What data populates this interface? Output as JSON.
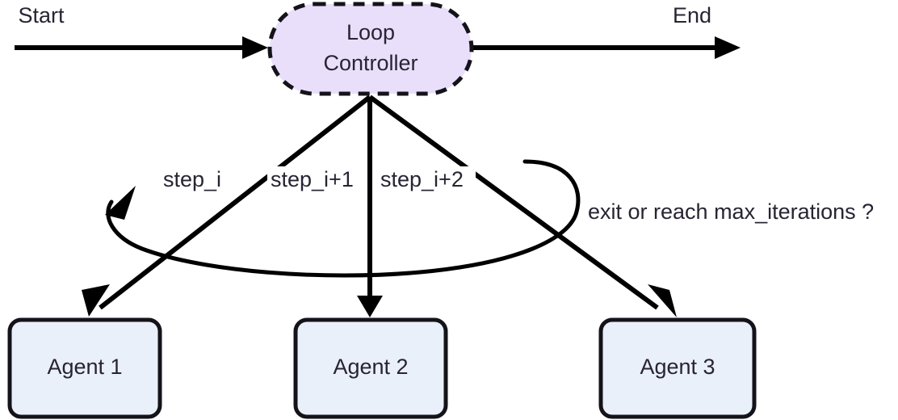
{
  "diagram": {
    "title": "Loop Controller agent orchestration flow",
    "background_color": "#ffffff",
    "text_color": "#282433",
    "stroke_color": "#000000",
    "endpoints": {
      "start_label": "Start",
      "end_label": "End"
    },
    "controller": {
      "line1": "Loop",
      "line2": "Controller",
      "fill_color": "#e9dffb",
      "border_color": "#15131a",
      "border_style": "dashed",
      "shape": "stadium"
    },
    "agents": [
      {
        "label": "Agent 1",
        "fill_color": "#eaf0fa",
        "border_color": "#15131a"
      },
      {
        "label": "Agent 2",
        "fill_color": "#eaf0fa",
        "border_color": "#15131a"
      },
      {
        "label": "Agent 3",
        "fill_color": "#eaf0fa",
        "border_color": "#15131a"
      }
    ],
    "edge_labels": {
      "step_1": "step_i",
      "step_2": "step_i+1",
      "step_3": "step_i+2",
      "feedback": "exit or reach max_iterations ?"
    }
  }
}
